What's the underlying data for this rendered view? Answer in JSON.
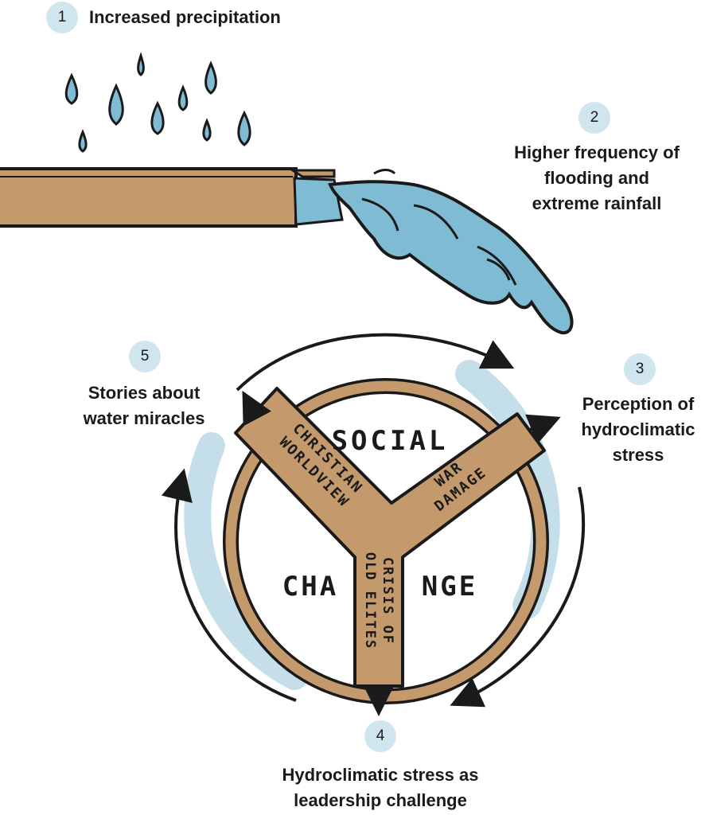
{
  "steps": [
    {
      "number": "1",
      "lines": [
        "Increased precipitation"
      ]
    },
    {
      "number": "2",
      "lines": [
        "Higher frequency of",
        "flooding and",
        "extreme rainfall"
      ]
    },
    {
      "number": "3",
      "lines": [
        "Perception of",
        "hydroclimatic",
        "stress"
      ]
    },
    {
      "number": "4",
      "lines": [
        "Hydroclimatic stress as",
        "leadership challenge"
      ]
    },
    {
      "number": "5",
      "lines": [
        "Stories about",
        "water miracles"
      ]
    }
  ],
  "wheel": {
    "top_word": "SOCIAL",
    "left_word": "CHA",
    "right_word": "NGE",
    "branch_left": [
      "CHRISTIAN",
      "WORLDVIEW"
    ],
    "branch_right": [
      "WAR",
      "DAMAGE"
    ],
    "branch_bottom": [
      "CRISIS OF",
      "OLD ELITES"
    ]
  },
  "colors": {
    "water": "#7fbcd3",
    "water_light": "#c5dfea",
    "pipe": "#c49a6c",
    "badge": "#cfe6ee",
    "ink": "#1a1a1a"
  },
  "icons": [
    "raindrop-icon",
    "pipe-icon",
    "water-splash-icon",
    "cycle-arrow-icon",
    "y-branch-icon"
  ]
}
